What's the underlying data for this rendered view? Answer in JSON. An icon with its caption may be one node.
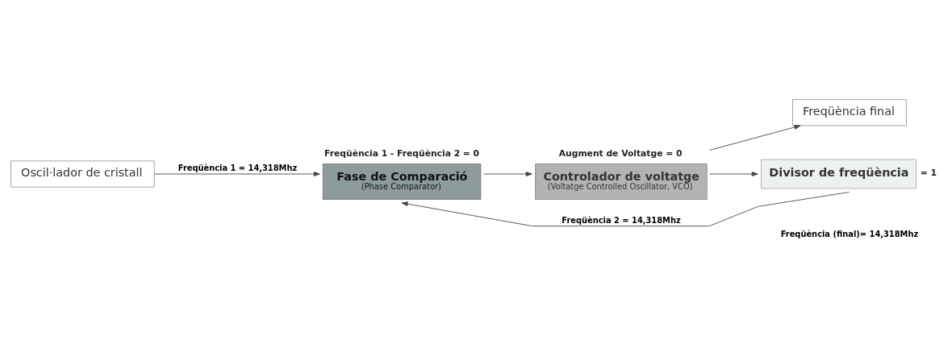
{
  "diagram": {
    "nodes": [
      {
        "text": [
          "Oscil·lador de cristall"
        ]
      },
      {
        "text": [
          "Fase de Comparació",
          "(Phase Comparator)"
        ],
        "beside": [
          "Freqüència 1 - Freqüència 2 = 0"
        ]
      },
      {
        "text": [
          "Controlador de voltatge",
          "(Voltatge Controlled Oscillator, VCO)"
        ],
        "beside": [
          "Augment de Voltatge = 0"
        ]
      },
      {
        "text": [
          "Freqüència final"
        ]
      },
      {
        "text": [
          "Divisor de freqüència"
        ],
        "beside": [
          "= 1"
        ]
      }
    ],
    "edges": [
      {
        "from": 0,
        "to": 1,
        "arrow": "to",
        "label": "Freqüència 1 = 14,318Mhz"
      },
      {
        "from": 1,
        "to": 2,
        "arrow": "to"
      },
      {
        "from": 2,
        "to": 3,
        "arrow": "to"
      },
      {
        "from": 2,
        "to": 4,
        "arrow": "to"
      },
      {
        "from": 4,
        "to": 1,
        "arrow": "to",
        "label": "Freqüència 2 = 14,318Mhz"
      }
    ],
    "labels": [
      "Freqüència (final)= 14,318Mhz"
    ]
  }
}
